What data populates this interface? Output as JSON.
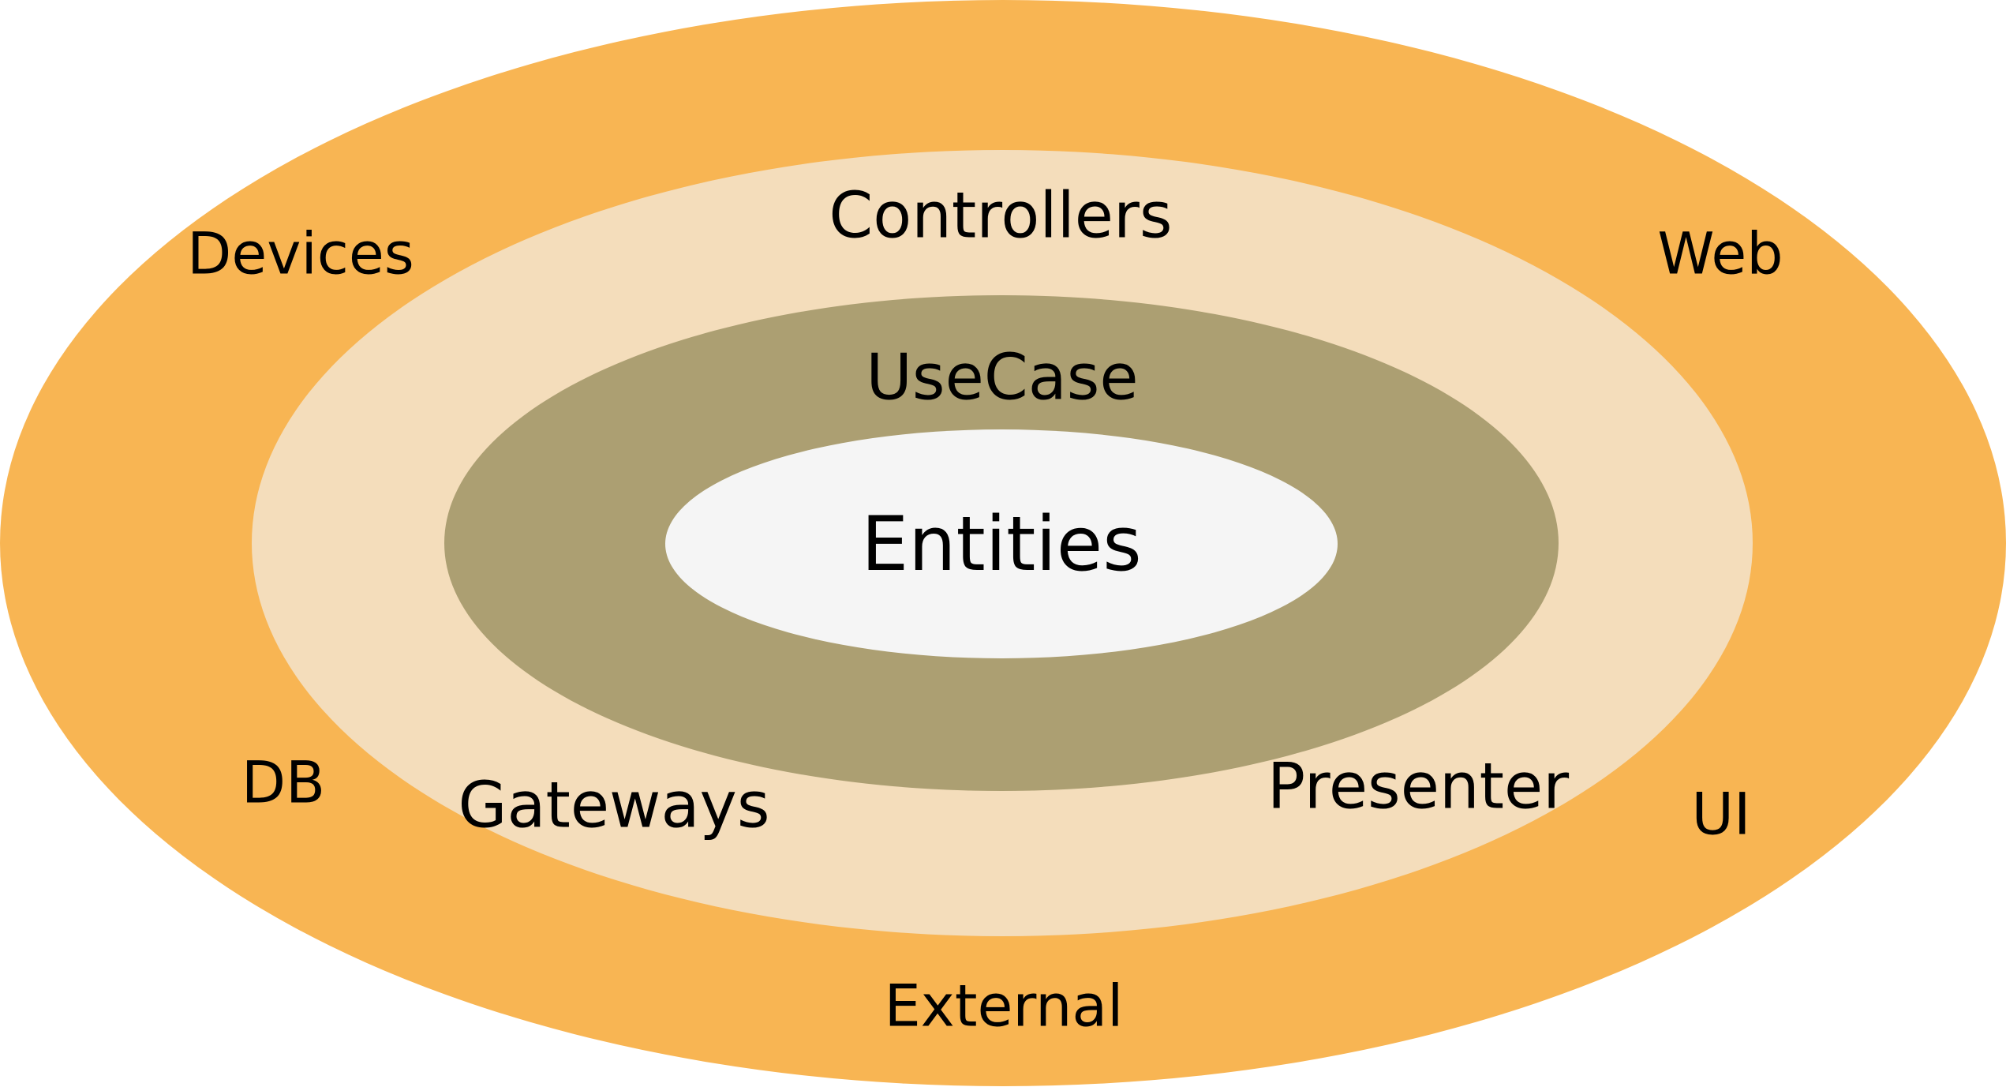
{
  "rings": {
    "outer": {
      "color": "#F8B553",
      "labels": {
        "devices": "Devices",
        "web": "Web",
        "db": "DB",
        "ui": "UI",
        "external": "External"
      }
    },
    "middle": {
      "color": "#F4DDBB",
      "labels": {
        "controllers": "Controllers",
        "gateways": "Gateways",
        "presenter": "Presenter"
      }
    },
    "inner": {
      "color": "#AC9F72",
      "labels": {
        "usecase": "UseCase"
      }
    },
    "core": {
      "color": "#F5F5F5",
      "labels": {
        "entities": "Entities"
      }
    }
  }
}
